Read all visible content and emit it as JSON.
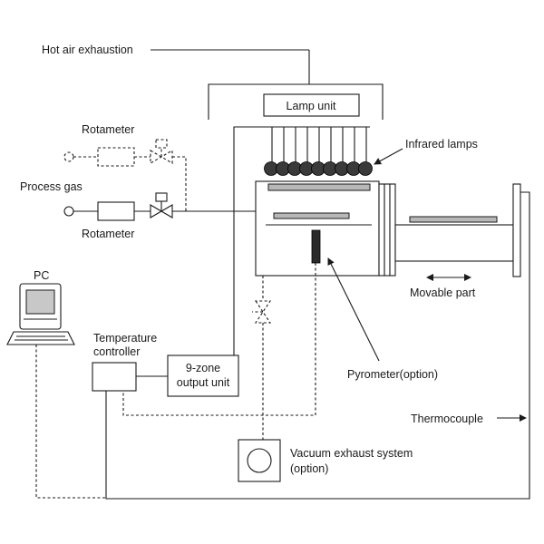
{
  "labels": {
    "hot_air_exhaustion": "Hot air exhaustion",
    "lamp_unit": "Lamp unit",
    "rotameter_top": "Rotameter",
    "infrared_lamps": "Infrared lamps",
    "process_gas": "Process gas",
    "rotameter_bottom": "Rotameter",
    "pc": "PC",
    "movable_part": "Movable part",
    "temperature_controller_line1": "Temperature",
    "temperature_controller_line2": "controller",
    "output_unit_line1": "9-zone",
    "output_unit_line2": "output unit",
    "pyrometer": "Pyrometer(option)",
    "thermocouple": "Thermocouple",
    "vacuum_line1": "Vacuum exhaust system",
    "vacuum_line2": "(option)"
  },
  "colors": {
    "line": "#1a1a1a",
    "lamp_fill": "#3a3a3a",
    "plate_fill": "#b8b8b8",
    "pyrometer_fill": "#2a2a2a",
    "screen_fill": "#c8c8c8",
    "background": "#ffffff"
  }
}
